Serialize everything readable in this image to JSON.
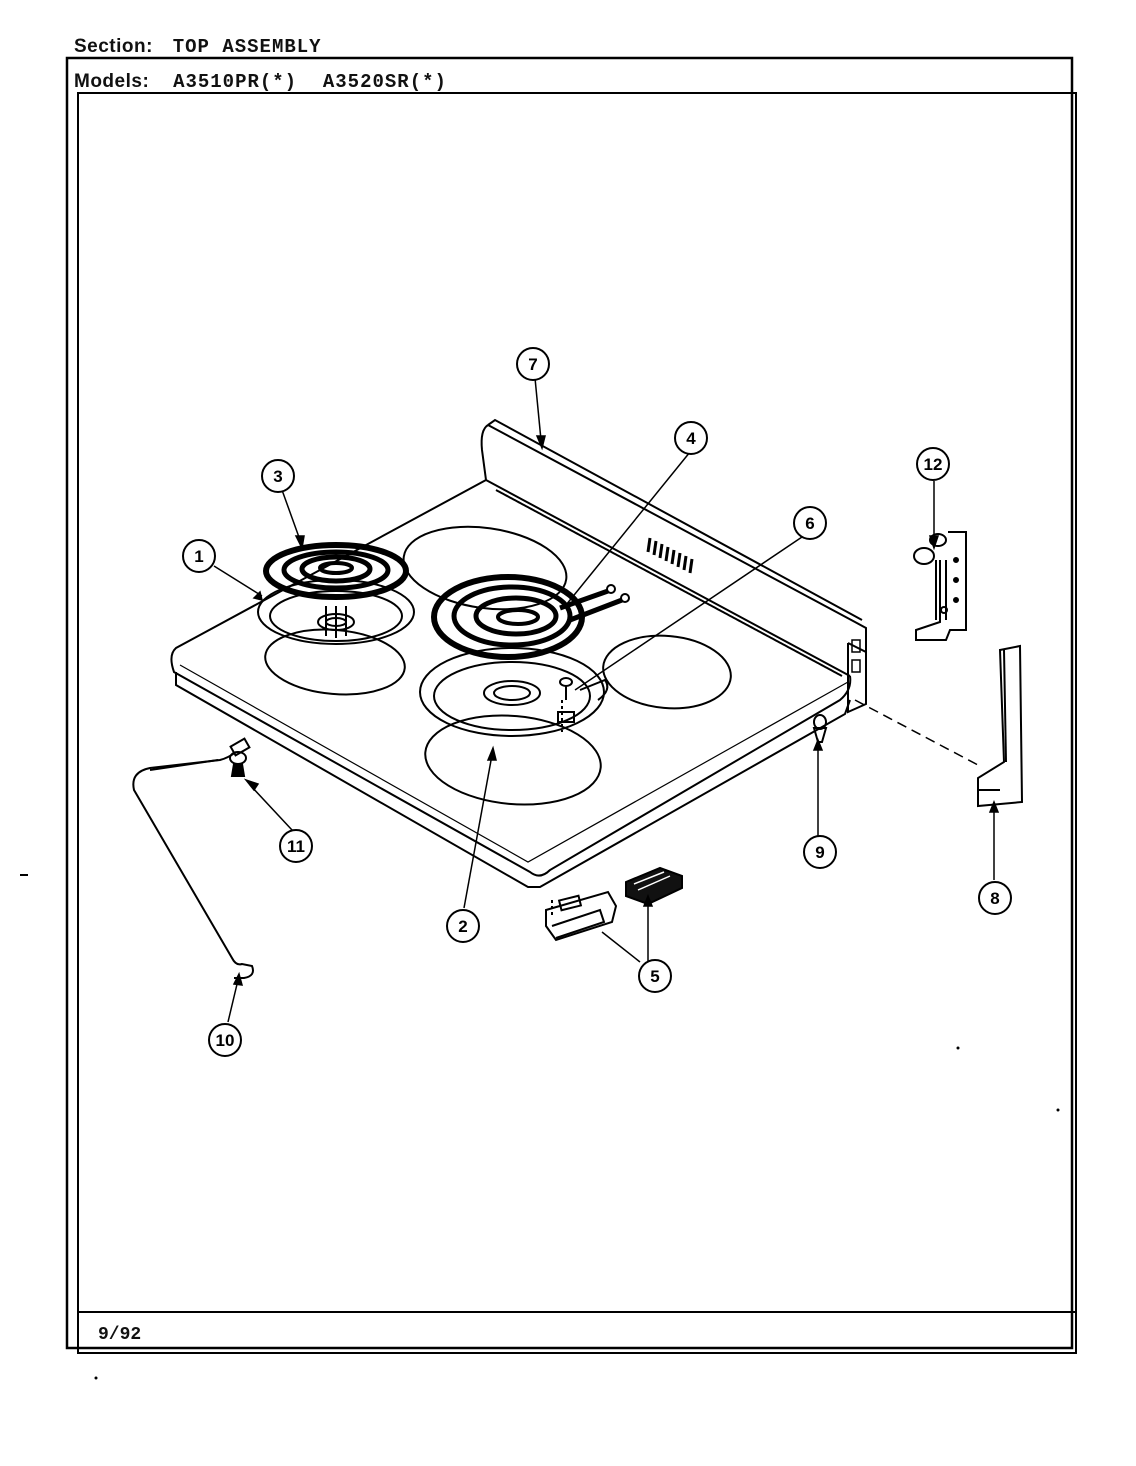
{
  "header": {
    "section_label": "Section:",
    "section_value": "TOP ASSEMBLY",
    "models_label": "Models:",
    "model_1": "A3510PR(*)",
    "model_2": "A3520SR(*)"
  },
  "footer": {
    "date": "9/92"
  },
  "callouts": [
    "1",
    "2",
    "3",
    "4",
    "5",
    "6",
    "7",
    "8",
    "9",
    "10",
    "11",
    "12"
  ]
}
